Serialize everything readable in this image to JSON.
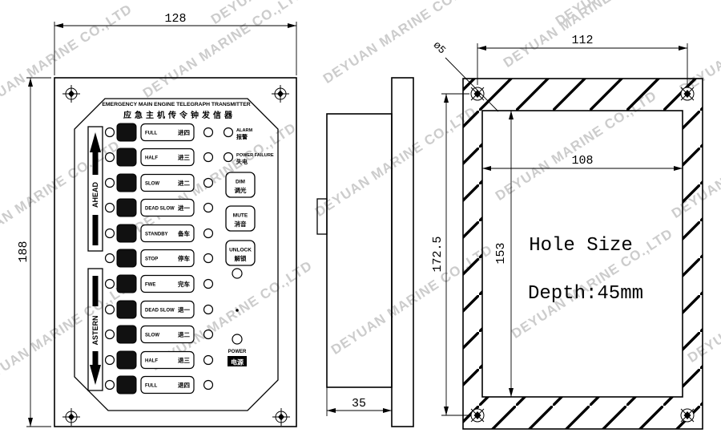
{
  "watermark": {
    "text": "DEYUAN MARINE CO.,LTD",
    "color": "#cccccc"
  },
  "front_view": {
    "dim_width": "128",
    "dim_height": "188",
    "title_en": "EMERGENCY MAIN ENGINE TELEGRAPH TRANSMITTER",
    "title_zh": "应急主机传令钟发信器",
    "direction_labels": {
      "ahead": "AHEAD",
      "astern": "ASTERN"
    },
    "rows": [
      {
        "en": "FULL",
        "zh": "进四"
      },
      {
        "en": "HALF",
        "zh": "进三"
      },
      {
        "en": "SLOW",
        "zh": "进二"
      },
      {
        "en": "DEAD SLOW",
        "zh": "进一"
      },
      {
        "en": "STANDBY",
        "zh": "备车"
      },
      {
        "en": "STOP",
        "zh": "停车"
      },
      {
        "en": "FWE",
        "zh": "完车"
      },
      {
        "en": "DEAD SLOW",
        "zh": "退一"
      },
      {
        "en": "SLOW",
        "zh": "退二"
      },
      {
        "en": "HALF",
        "zh": "退三"
      },
      {
        "en": "FULL",
        "zh": "退四"
      }
    ],
    "indicators": [
      {
        "en": "ALARM",
        "zh": "报警"
      },
      {
        "en": "POWER FAILURE",
        "zh": "失电"
      }
    ],
    "buttons": [
      {
        "en": "DIM",
        "zh": "调光"
      },
      {
        "en": "MUTE",
        "zh": "消音"
      },
      {
        "en": "UNLOCK",
        "zh": "解锁"
      }
    ],
    "power": {
      "en": "POWER",
      "zh": "电源"
    }
  },
  "side_view": {
    "dim_depth": "35"
  },
  "cutout_view": {
    "dim_hole_spacing_h": "112",
    "dim_hole_width": "108",
    "dim_hole_height": "153",
    "dim_hole_spacing_v": "172.5",
    "screw_note": "ø5",
    "note_line1": "Hole Size",
    "note_line2": "Depth:45mm"
  },
  "line_color": "#000000",
  "background_color": "#ffffff"
}
